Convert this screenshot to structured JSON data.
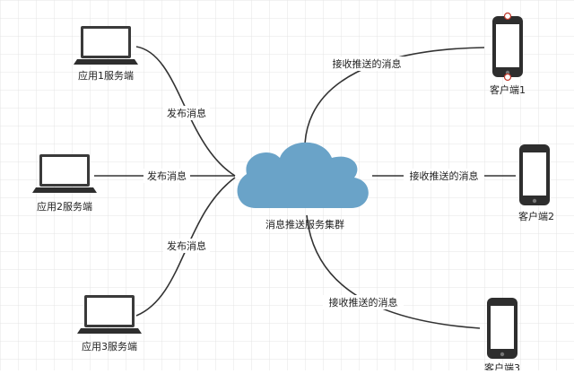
{
  "cloud": {
    "label": "消息推送服务集群",
    "color": "#6aa3c8"
  },
  "servers": [
    {
      "label": "应用1服务端"
    },
    {
      "label": "应用2服务端"
    },
    {
      "label": "应用3服务端"
    }
  ],
  "publish_labels": [
    "发布消息",
    "发布消息",
    "发布消息"
  ],
  "clients": [
    {
      "label": "客户端1"
    },
    {
      "label": "客户端2"
    },
    {
      "label": "客户端3"
    }
  ],
  "receive_labels": [
    "接收推送的消息",
    "接收推送的消息",
    "接收推送的消息"
  ]
}
